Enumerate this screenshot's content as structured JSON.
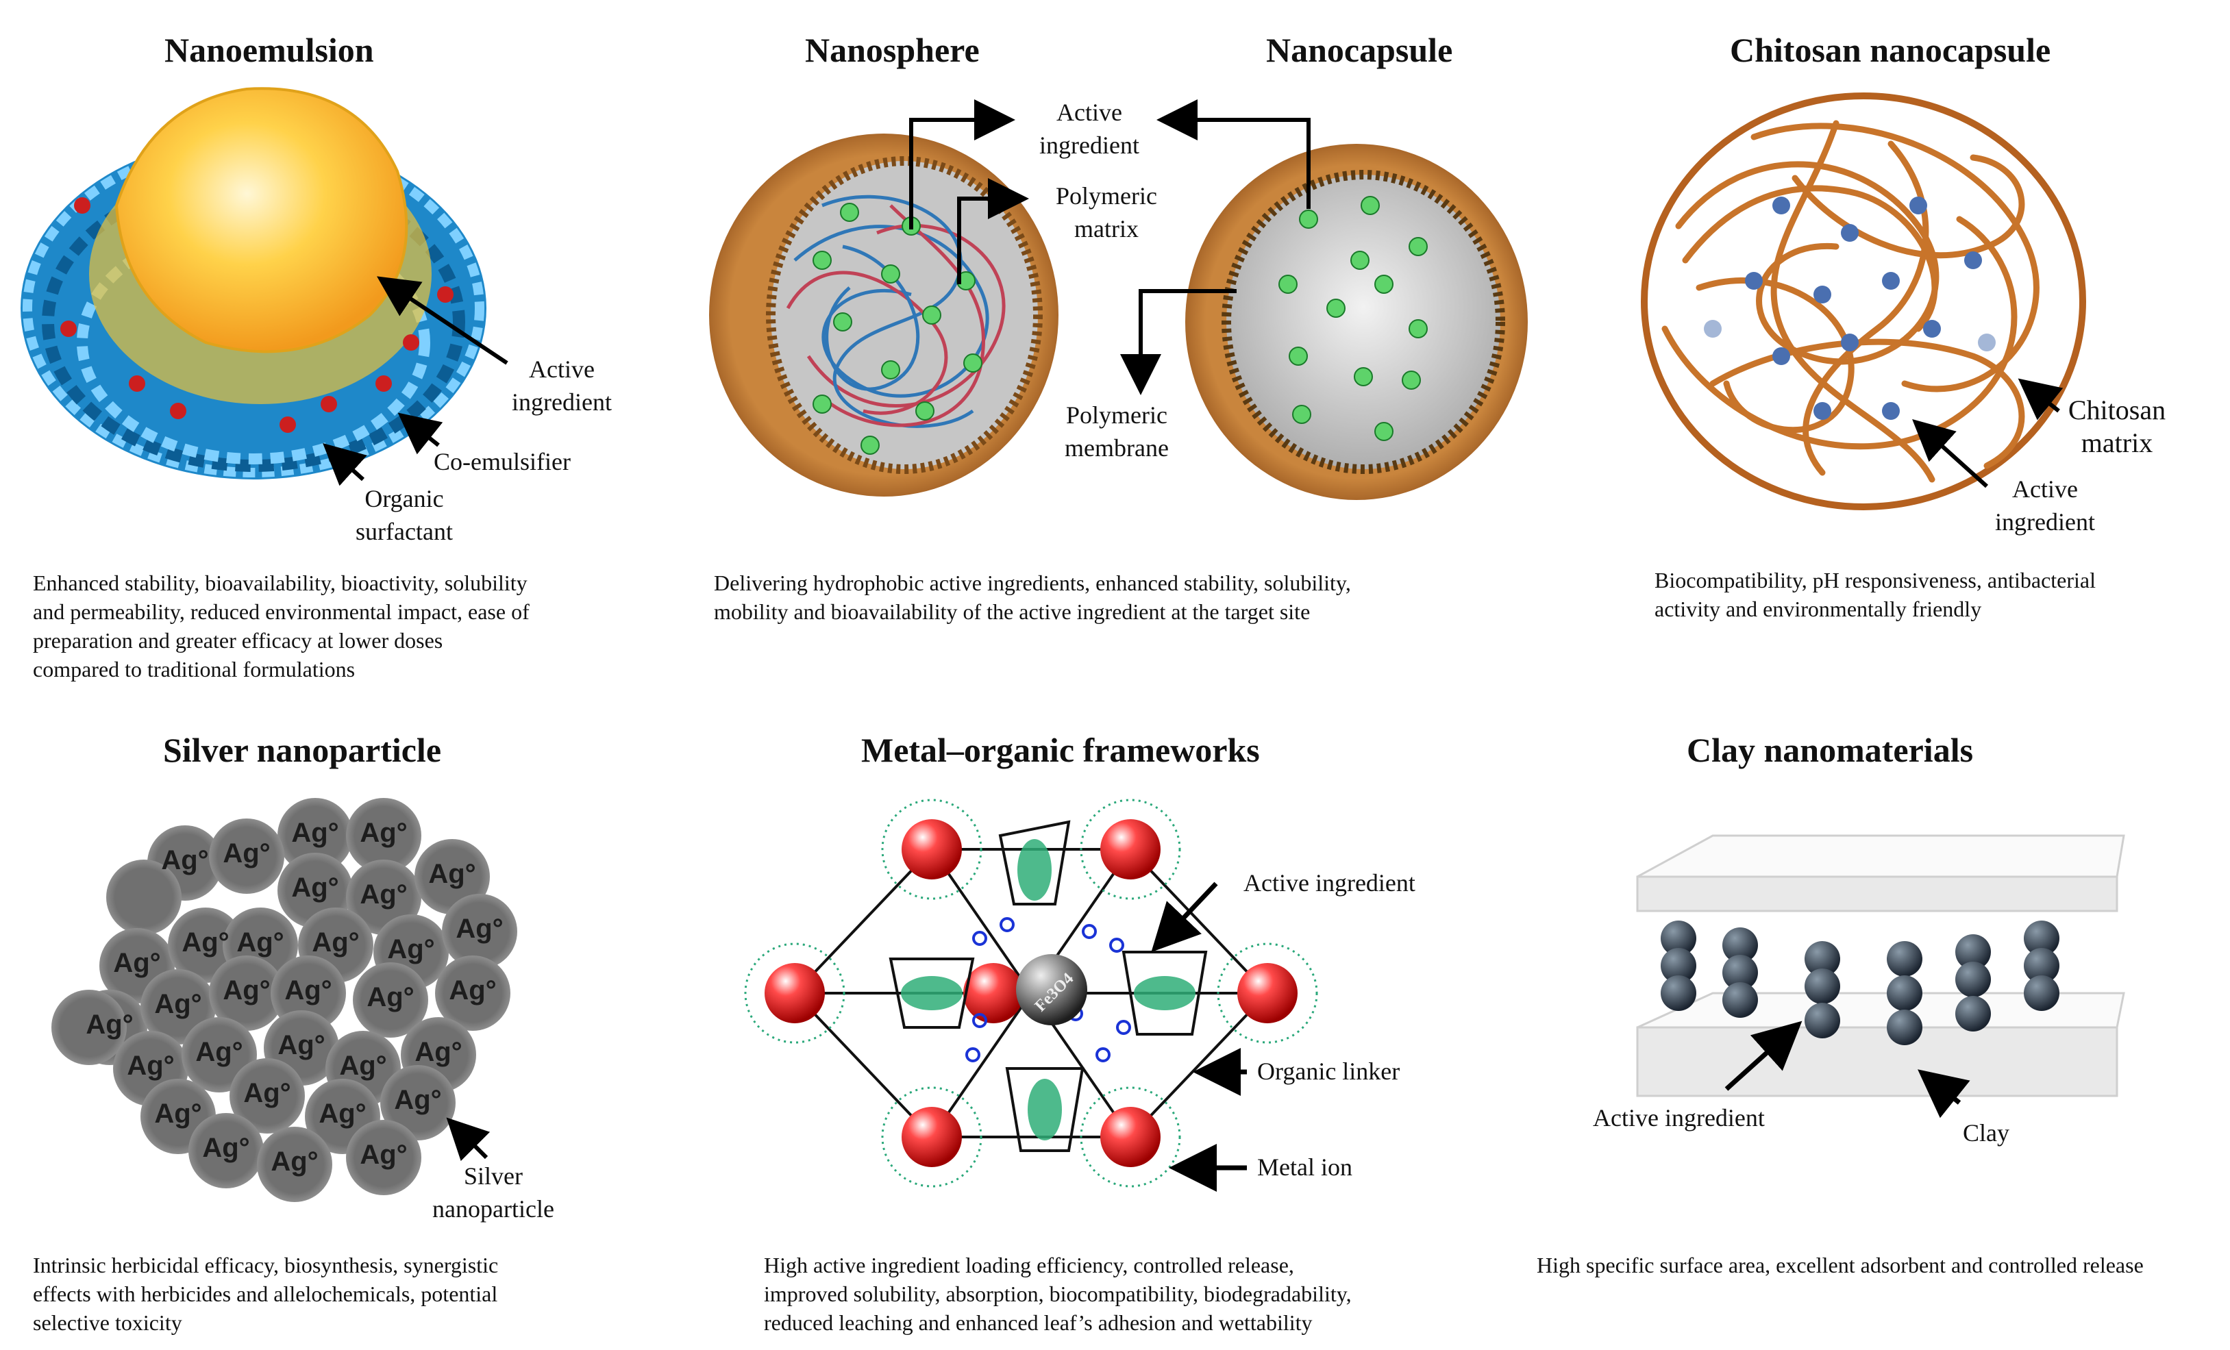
{
  "panels": {
    "nanoemulsion": {
      "title": "Nanoemulsion",
      "labels": {
        "active": [
          "Active",
          "ingredient"
        ],
        "coemulsifier": "Co-emulsifier",
        "surfactant": [
          "Organic",
          "surfactant"
        ]
      },
      "desc": [
        "Enhanced stability, bioavailability, bioactivity, solubility",
        "and permeability, reduced environmental impact, ease of",
        "preparation and greater efficacy at lower doses",
        "compared to traditional formulations"
      ]
    },
    "nanosphere": {
      "title": "Nanosphere",
      "labels": {
        "active": [
          "Active",
          "ingredient"
        ],
        "matrix": [
          "Polymeric",
          "matrix"
        ],
        "membrane": [
          "Polymeric",
          "membrane"
        ]
      },
      "desc": [
        "Delivering hydrophobic active ingredients, enhanced stability, solubility,",
        "mobility and bioavailability of the active ingredient at the target site"
      ]
    },
    "nanocapsule": {
      "title": "Nanocapsule"
    },
    "chitosan": {
      "title": "Chitosan nanocapsule",
      "labels": {
        "matrix": [
          "Chitosan",
          "matrix"
        ],
        "active": [
          "Active",
          "ingredient"
        ]
      },
      "desc": [
        "Biocompatibility, pH responsiveness, antibacterial",
        "activity and environmentally friendly"
      ]
    },
    "silver": {
      "title": "Silver nanoparticle",
      "particle_text": "Ag°",
      "labels": {
        "particle": [
          "Silver",
          "nanoparticle"
        ]
      },
      "desc": [
        "Intrinsic herbicidal efficacy, biosynthesis, synergistic",
        "effects with herbicides and allelochemicals, potential",
        "selective toxicity"
      ]
    },
    "mof": {
      "title": "Metal–organic frameworks",
      "core_text": "Fe3O4",
      "labels": {
        "active": "Active ingredient",
        "linker": "Organic linker",
        "metal": "Metal ion"
      },
      "desc": [
        "High active ingredient loading efficiency, controlled release,",
        "improved solubility, absorption, biocompatibility, biodegradability,",
        "reduced leaching and enhanced leaf’s adhesion and wettability"
      ]
    },
    "clay": {
      "title": "Clay nanomaterials",
      "labels": {
        "active": "Active ingredient",
        "clay": "Clay"
      },
      "desc": [
        "High specific surface area, excellent adsorbent and controlled release"
      ]
    }
  },
  "colors": {
    "shell_blue": "#1e88c9",
    "oil_core": "#f7b733",
    "surfactant_red": "#cc1f1f",
    "capsule_brown": "#b56a2c",
    "capsule_gray": "#cfcfcf",
    "green_dot": "#5ed36a",
    "chitosan_orange": "#c8742a",
    "blue_dot": "#4a6fb0",
    "silver_gray": "#6e6e6e",
    "metal_red": "#e21c1c",
    "linker_green": "#2aa87a",
    "clay_white": "#f2f2f2"
  }
}
